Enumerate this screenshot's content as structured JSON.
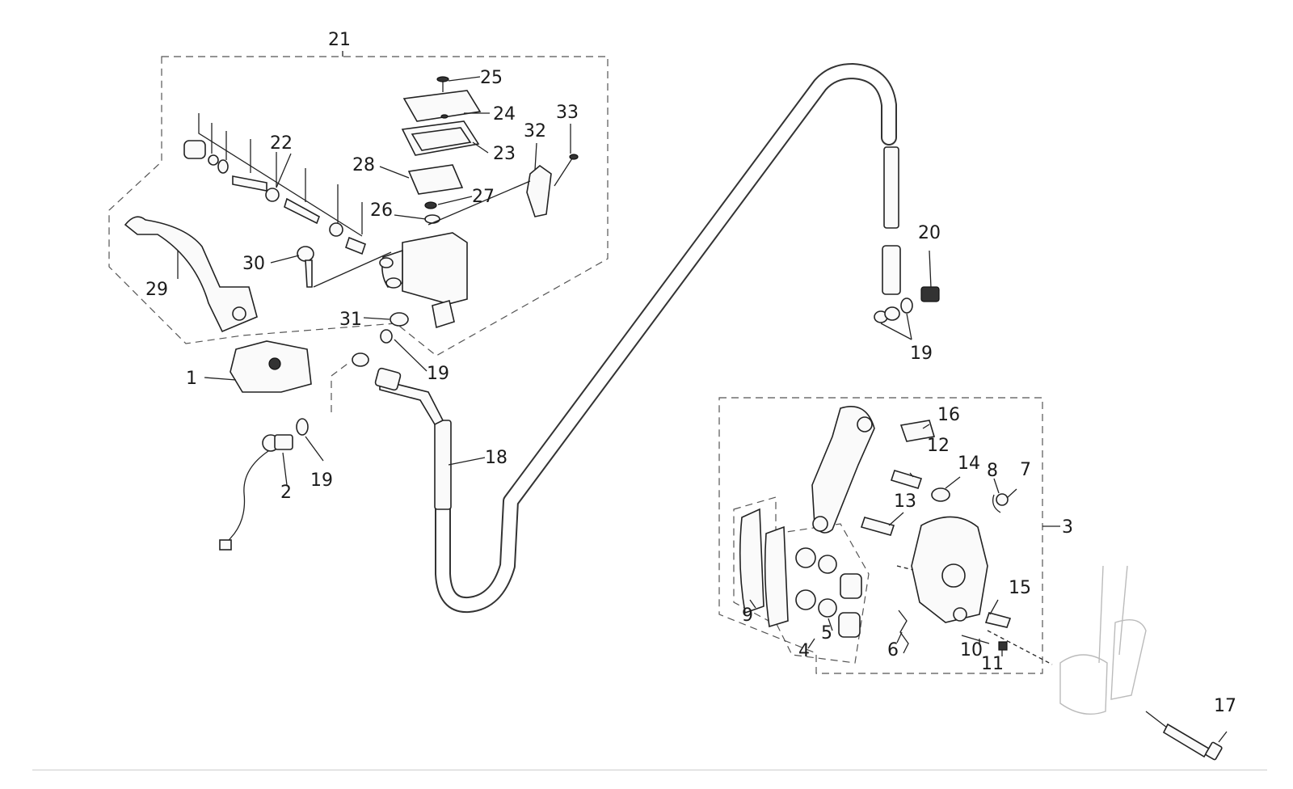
{
  "callouts": {
    "c1": "1",
    "c2": "2",
    "c3": "3",
    "c4": "4",
    "c5": "5",
    "c6": "6",
    "c7": "7",
    "c8": "8",
    "c9": "9",
    "c10": "10",
    "c11": "11",
    "c12": "12",
    "c13": "13",
    "c14": "14",
    "c15": "15",
    "c16": "16",
    "c17": "17",
    "c18": "18",
    "c19a": "19",
    "c19b": "19",
    "c19c": "19",
    "c20": "20",
    "c21": "21",
    "c22": "22",
    "c23": "23",
    "c24": "24",
    "c25": "25",
    "c26": "26",
    "c27": "27",
    "c28": "28",
    "c29": "29",
    "c30": "30",
    "c31": "31",
    "c32": "32",
    "c33": "33"
  }
}
